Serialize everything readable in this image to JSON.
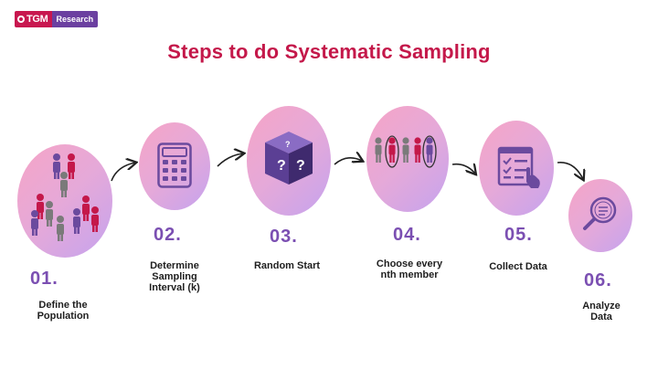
{
  "brand": {
    "logo_mark": "TGM",
    "logo_text": "Research"
  },
  "title": "Steps to do Systematic Sampling",
  "steps": [
    {
      "number": "01.",
      "label": "Define the\nPopulation",
      "icon": "population-icon"
    },
    {
      "number": "02.",
      "label": "Determine\nSampling\nInterval (k)",
      "icon": "calculator-icon"
    },
    {
      "number": "03.",
      "label": "Random Start",
      "icon": "mystery-box-icon"
    },
    {
      "number": "04.",
      "label": "Choose every\nnth member",
      "icon": "select-people-icon"
    },
    {
      "number": "05.",
      "label": "Collect Data",
      "icon": "checklist-icon"
    },
    {
      "number": "06.",
      "label": "Analyze\nData",
      "icon": "magnifier-icon"
    }
  ],
  "colors": {
    "title": "#c4184a",
    "number": "#7b4fb2",
    "brand": "#c8174f",
    "icon": "#6b4a9e"
  }
}
